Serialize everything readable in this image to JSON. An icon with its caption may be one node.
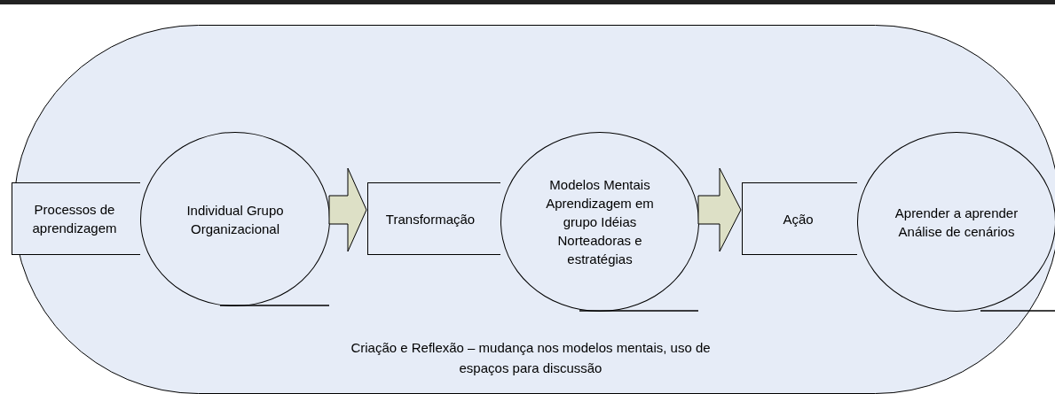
{
  "diagram": {
    "nodes": [
      {
        "text": [
          "Criação e Reflexão – mudança nos modelos mentais, uso de espaços para discussão"
        ]
      },
      {
        "text": [
          "Processos de aprendizagem"
        ],
        "in": 0
      },
      {
        "text": [
          "Individual Grupo Organizacional"
        ],
        "in": 0
      },
      {
        "text": [
          "Transformação"
        ],
        "in": 0
      },
      {
        "text": [
          "Modelos Mentais Aprendizagem em grupo Idéias Norteadoras e estratégias"
        ],
        "in": 0
      },
      {
        "text": [
          "Ação"
        ],
        "in": 0
      },
      {
        "text": [
          "Aprender a aprender Análise de cenários"
        ],
        "in": 0
      }
    ],
    "edges": [
      {
        "from": 2,
        "to": 3,
        "arrow": "to"
      },
      {
        "from": 4,
        "to": 5,
        "arrow": "to"
      }
    ]
  }
}
